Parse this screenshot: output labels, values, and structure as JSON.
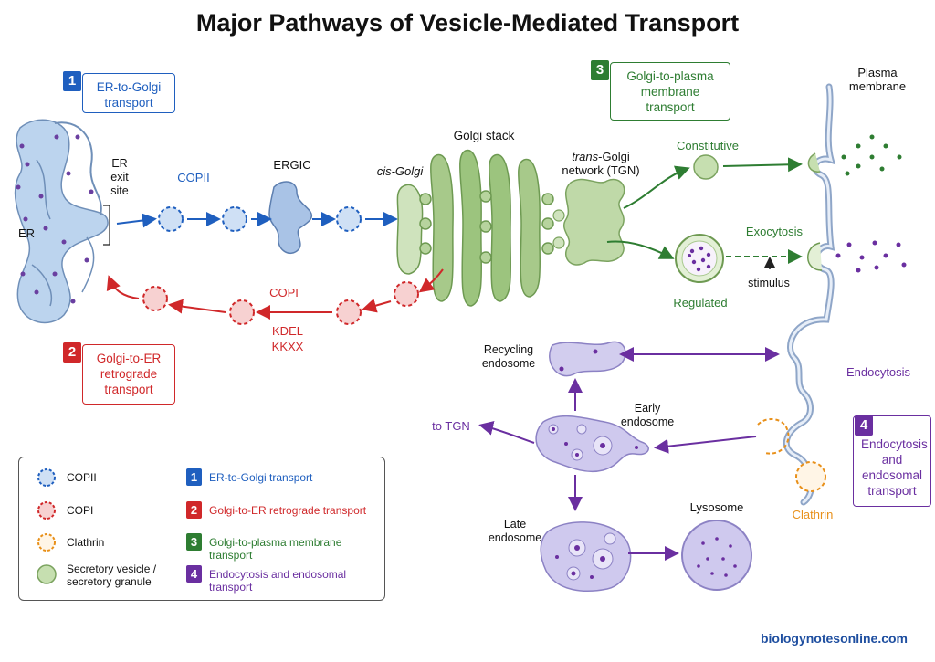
{
  "title": "Major Pathways of Vesicle-Mediated Transport",
  "footer": "biologynotesonline.com",
  "colors": {
    "blue": "#1f5fbf",
    "red": "#d0282a",
    "green": "#2e7d32",
    "purple": "#6a2fa0",
    "orange": "#e8901a"
  },
  "pathways": [
    {
      "number": "1",
      "label": "ER-to-Golgi transport"
    },
    {
      "number": "2",
      "label": "Golgi-to-ER retrograde transport"
    },
    {
      "number": "3",
      "label": "Golgi-to-plasma membrane transport"
    },
    {
      "number": "4",
      "label": "Endocytosis and endosomal transport"
    }
  ],
  "labels": {
    "er": "ER",
    "er_exit_site": "ER exit site",
    "copii": "COPII",
    "ergic": "ERGIC",
    "cis_golgi": "cis-Golgi",
    "golgi_stack": "Golgi stack",
    "tgn_italic": "trans",
    "tgn_rest": "-Golgi",
    "tgn_line2": "network (TGN)",
    "plasma_membrane": "Plasma membrane",
    "constitutive": "Constitutive",
    "exocytosis": "Exocytosis",
    "stimulus": "stimulus",
    "regulated": "Regulated",
    "copi": "COPI",
    "kdel": "KDEL",
    "kkxx": "KKXX",
    "recycling_endosome": "Recycling endosome",
    "early_endosome": "Early endosome",
    "to_tgn": "to TGN",
    "endocytosis": "Endocytosis",
    "late_endosome": "Late endosome",
    "lysosome": "Lysosome",
    "clathrin": "Clathrin"
  },
  "legend": {
    "coat_items": [
      {
        "icon": "copii-vesicle-icon",
        "label": "COPII"
      },
      {
        "icon": "copi-vesicle-icon",
        "label": "COPI"
      },
      {
        "icon": "clathrin-vesicle-icon",
        "label": "Clathrin"
      },
      {
        "icon": "secretory-vesicle-icon",
        "label": "Secretory vesicle / secretory granule"
      }
    ]
  }
}
